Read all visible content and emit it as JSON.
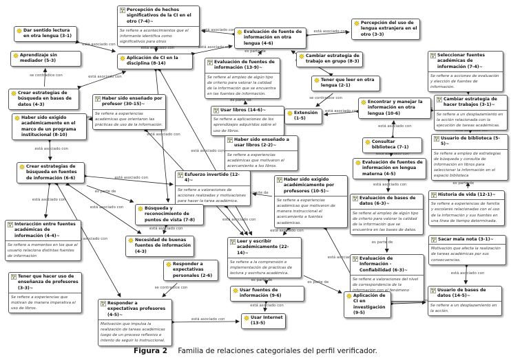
{
  "figure": {
    "number_label": "Figura 2",
    "caption": "Familia de relaciones categoriales del perfil verificador."
  },
  "icons": {
    "code": "sun-code-icon",
    "memo_code": "network-code-icon"
  },
  "colors": {
    "code_icon": "#f2d61a",
    "memo_icon": "#6b8e23",
    "border": "#555555",
    "link": "#222222"
  },
  "nodes": [
    {
      "id": "percepcion-hechos",
      "title": "Percepción de hechos significativos de la CI en el otro (7-4)~",
      "desc": "Se refiere a acontecimientos que el informante identifica como significativos para otros",
      "type": "memo"
    },
    {
      "id": "dar-sentido",
      "title": "Dar sentido lectura en otra lengua (3-1)",
      "desc": "",
      "type": "code"
    },
    {
      "id": "aprendizaje-sin-mediador",
      "title": "Aprendizaje sin mediador (5-3)",
      "desc": "",
      "type": "code"
    },
    {
      "id": "aplicacion-ci-disciplina",
      "title": "Aplicación de CI en la disciplina (8-14)",
      "desc": "",
      "type": "code"
    },
    {
      "id": "evaluacion-fuente-otra-lengua",
      "title": "Evaluación de fuente de información en otra lengua (4-6)",
      "desc": "",
      "type": "code"
    },
    {
      "id": "percepcion-uso-lengua",
      "title": "Percepción del uso de lengua extranjera en el otro (3-3)",
      "desc": "",
      "type": "code"
    },
    {
      "id": "cambiar-estrategia-grupo",
      "title": "Cambiar estrategia de trabajo en grupo (8-3)",
      "desc": "",
      "type": "code"
    },
    {
      "id": "seleccionar-fuentes",
      "title": "Seleccionar fuentes académicas de información (7-4)~",
      "desc": "Se refiere a acciones de evaluación y elección de fuentes de información.",
      "type": "memo"
    },
    {
      "id": "evaluacion-fuentes",
      "title": "Evaluación de fuentes de información (13-9)~",
      "desc": "Se refiere al empleo de algún tipo de criterio para valorar la calidad de la información que se encuentra en las fuentes de información.",
      "type": "memo"
    },
    {
      "id": "tener-leer-otra-lengua",
      "title": "Tener que leer en otra lengua (2-1)",
      "desc": "",
      "type": "code"
    },
    {
      "id": "crear-estrategias-bd",
      "title": "Crear estrategias de búsqueda en bases de datos (4-3)",
      "desc": "",
      "type": "code"
    },
    {
      "id": "haber-ensenado-profesor",
      "title": "Haber sido enseñado por profesor (30-15)~",
      "desc": "Se refiere a experiencias académicas que orientaron las prácticas de uso de la información.",
      "type": "memo"
    },
    {
      "id": "cambiar-estrategia-trabajos",
      "title": "Cambiar estrategia de hacer trabajos (3-1)~",
      "desc": "Se refiere a un desplazamiento en la acción relacionada con la ejecución de tareas académicas.",
      "type": "memo"
    },
    {
      "id": "encontrar-manejar",
      "title": "Encontrar y manejar la información en otra lengua (10-6)",
      "desc": "",
      "type": "code"
    },
    {
      "id": "usar-libros",
      "title": "Usar libros (14-6)~",
      "desc": "Se refiere a aplicaciones de los aprendizajes adquiridos sobre el uso de libros.",
      "type": "memo"
    },
    {
      "id": "extension",
      "title": "Extensión (1-5)",
      "desc": "",
      "type": "code"
    },
    {
      "id": "haber-exigido-programa",
      "title": "Haber sido exigido académicamente en el marco de un programa institucional (8-10)",
      "desc": "",
      "type": "code"
    },
    {
      "id": "haber-ensenado-libros",
      "title": "Haber sido enseñado a usar libros (2-2)~",
      "desc": "Se refiere a experiencias académicas que motivaron el acercamiento a los libros.",
      "type": "memo"
    },
    {
      "id": "consultar-biblioteca",
      "title": "Consultar biblioteca (7-1)",
      "desc": "",
      "type": "code"
    },
    {
      "id": "usuario-biblioteca",
      "title": "Usuario de biblioteca (5-5)~",
      "desc": "Se refiere a empleo de estrategias de búsqueda y consulta de información en libros para seleccionar la información en el espacio biblioteca",
      "type": "memo"
    },
    {
      "id": "evaluacion-lengua-materna",
      "title": "Evaluación de fuentes de información en lengua materna (4-5)",
      "desc": "",
      "type": "code"
    },
    {
      "id": "crear-estrategias-fuentes",
      "title": "Crear estrategias de búsqueda en fuentes de información (6-6)",
      "desc": "",
      "type": "code"
    },
    {
      "id": "esfuerzo-invertido",
      "title": "Esfuerzo invertido (12-4)~",
      "desc": "Se refiere a valoraciones de acciones realizadas y motivaciones para hacer la tarea académica.",
      "type": "memo"
    },
    {
      "id": "haber-exigido-profesores",
      "title": "Haber sido exigido académicamente por profesores (10-5)~",
      "desc": "Se refiere a experiencias académicas que motivaron de manera instruccional el acercamiento a fuentes académicas.",
      "type": "memo"
    },
    {
      "id": "historia-vida",
      "title": "Historia de vida (12-1)~",
      "desc": "Se refiere a experiencias de familia y escolares relacionadas con el uso de la información y sus fuentes en una línea de tiempo determinada.",
      "type": "memo"
    },
    {
      "id": "evaluacion-bd",
      "title": "Evaluación de bases de datos (6-3)~",
      "desc": "Se refiere al empleo de algún tipo de criterio para valorar la calidad de la información que se encuentra en las bases de datos.",
      "type": "memo"
    },
    {
      "id": "busqueda-reconocimiento",
      "title": "Búsqueda y reconocimiento de puntos de vista (7-8)",
      "desc": "",
      "type": "code"
    },
    {
      "id": "interaccion-fuentes",
      "title": "Interacción entre fuentes académicas de información (4-4)~",
      "desc": "Se refiere a momentos en los que el usuario relaciona distintas fuentes de información",
      "type": "memo"
    },
    {
      "id": "necesidad-fuentes",
      "title": "Necesidad de buenas fuentes de información (4-3)",
      "desc": "",
      "type": "code"
    },
    {
      "id": "leer-escribir",
      "title": "Leer y escribir académicamente (22-14)~",
      "desc": "Se refiere a la comprensión e implementación de prácticas de lectura y escritura académica.",
      "type": "memo"
    },
    {
      "id": "sacar-mala-nota",
      "title": "Sacar mala nota (3-1)~",
      "desc": "Motivación que afecta la realización de tareas académicas por sus consecuencias.",
      "type": "memo"
    },
    {
      "id": "evaluacion-confiabilidad",
      "title": "Evaluación de Información - Confiabilidad (6-3)~",
      "desc": "Se refiere a valoraciones del nivel de correspondencia de la información con el fenómeno abordado.",
      "type": "memo"
    },
    {
      "id": "responder-personales",
      "title": "Responder a expectativas personales (2-6)",
      "desc": "",
      "type": "code"
    },
    {
      "id": "tener-ensenanza-profesores",
      "title": "Tener que hacer uso de enseñanza de profesores (3-3)~",
      "desc": "Se refiere a experiencias que motivan de manera imperativa el uso de libros.",
      "type": "memo"
    },
    {
      "id": "usar-fuentes",
      "title": "Usar fuentes de información (9-6)",
      "desc": "",
      "type": "code"
    },
    {
      "id": "aplicacion-ci-investigacion",
      "title": "Aplicación de CI en investigación (9-5)",
      "desc": "",
      "type": "code"
    },
    {
      "id": "usuario-bd",
      "title": "Usuario de bases de datos (14-5)~",
      "desc": "Se refiere a un desplazamiento en la acción.",
      "type": "memo"
    },
    {
      "id": "responder-profesores",
      "title": "Responder a expectativas profesores (4-5)~",
      "desc": "Motivación que impulsa la realización de tareas académicas luego de un proceso reflexivo e intento de seguir lo instruccional.",
      "type": "memo"
    },
    {
      "id": "usar-internet",
      "title": "Usar Internet (13-5)",
      "desc": "",
      "type": "code"
    }
  ],
  "relation_types": {
    "asociado": "está asociado con",
    "parte": "es parte de",
    "contradice": "se contradice con"
  },
  "links": [
    {
      "from": "evaluacion-fuente-otra-lengua",
      "to": "percepcion-hechos",
      "rel": "asociado"
    },
    {
      "from": "evaluacion-fuente-otra-lengua",
      "to": "percepcion-uso-lengua",
      "rel": "asociado"
    },
    {
      "from": "dar-sentido",
      "to": "aplicacion-ci-disciplina",
      "rel": "asociado"
    },
    {
      "from": "aplicacion-ci-disciplina",
      "to": "evaluacion-fuente-otra-lengua",
      "rel": "asociado"
    },
    {
      "from": "percepcion-hechos",
      "to": "aplicacion-ci-disciplina",
      "rel": "asociado"
    },
    {
      "from": "evaluacion-fuentes",
      "to": "evaluacion-fuente-otra-lengua",
      "rel": "parte"
    },
    {
      "from": "crear-estrategias-bd",
      "to": "aprendizaje-sin-mediador",
      "rel": "contradice"
    },
    {
      "from": "crear-estrategias-bd",
      "to": "aplicacion-ci-disciplina",
      "rel": "asociado"
    },
    {
      "from": "haber-ensenado-profesor",
      "to": "haber-exigido-programa",
      "rel": "asociado"
    },
    {
      "from": "haber-exigido-programa",
      "to": "crear-estrategias-fuentes",
      "rel": "asociado"
    },
    {
      "from": "tener-leer-otra-lengua",
      "to": "evaluacion-fuente-otra-lengua",
      "rel": "asociado"
    },
    {
      "from": "tener-leer-otra-lengua",
      "to": "extension",
      "rel": "contradice"
    },
    {
      "from": "encontrar-manejar",
      "to": "extension",
      "rel": "asociado"
    },
    {
      "from": "cambiar-estrategia-trabajos",
      "to": "seleccionar-fuentes",
      "rel": "asociado"
    },
    {
      "from": "cambiar-estrategia-trabajos",
      "to": "encontrar-manejar",
      "rel": "parte"
    },
    {
      "from": "usuario-biblioteca",
      "to": "cambiar-estrategia-trabajos",
      "rel": "asociado"
    },
    {
      "from": "historia-vida",
      "to": "usuario-biblioteca",
      "rel": "parte"
    },
    {
      "from": "sacar-mala-nota",
      "to": "usuario-bd",
      "rel": "asociado"
    },
    {
      "from": "usar-libros",
      "to": "evaluacion-fuentes",
      "rel": "parte"
    },
    {
      "from": "extension",
      "to": "usar-libros",
      "rel": "asociado"
    },
    {
      "from": "consultar-biblioteca",
      "to": "encontrar-manejar",
      "rel": "asociado"
    },
    {
      "from": "consultar-biblioteca",
      "to": "evaluacion-lengua-materna",
      "rel": "asociado"
    },
    {
      "from": "evaluacion-lengua-materna",
      "to": "evaluacion-bd",
      "rel": "asociado"
    },
    {
      "from": "evaluacion-bd",
      "to": "evaluacion-confiabilidad",
      "rel": "parte"
    },
    {
      "from": "crear-estrategias-fuentes",
      "to": "interaccion-fuentes",
      "rel": "asociado"
    },
    {
      "from": "crear-estrategias-fuentes",
      "to": "necesidad-fuentes",
      "rel": "asociado"
    },
    {
      "from": "crear-estrategias-fuentes",
      "to": "busqueda-reconocimiento",
      "rel": "parte"
    },
    {
      "from": "crear-estrategias-fuentes",
      "to": "esfuerzo-invertido",
      "rel": "asociado"
    },
    {
      "from": "crear-estrategias-fuentes",
      "to": "responder-profesores",
      "rel": "asociado"
    },
    {
      "from": "busqueda-reconocimiento",
      "to": "necesidad-fuentes",
      "rel": "asociado"
    },
    {
      "from": "haber-ensenado-libros",
      "to": "usar-libros",
      "rel": "asociado"
    },
    {
      "from": "esfuerzo-invertido",
      "to": "leer-escribir",
      "rel": "asociado"
    },
    {
      "from": "haber-exigido-profesores",
      "to": "leer-escribir",
      "rel": "asociado"
    },
    {
      "from": "haber-exigido-profesores",
      "to": "esfuerzo-invertido",
      "rel": "parte"
    },
    {
      "from": "leer-escribir",
      "to": "usar-fuentes",
      "rel": "parte"
    },
    {
      "from": "usar-fuentes",
      "to": "usar-internet",
      "rel": "asociado"
    },
    {
      "from": "responder-profesores",
      "to": "usar-internet",
      "rel": "asociado"
    },
    {
      "from": "responder-personales",
      "to": "responder-profesores",
      "rel": "contradice"
    },
    {
      "from": "leer-escribir",
      "to": "aplicacion-ci-investigacion",
      "rel": "parte"
    },
    {
      "from": "haber-exigido-profesores",
      "to": "aplicacion-ci-investigacion",
      "rel": "asociado"
    },
    {
      "from": "aplicacion-ci-investigacion",
      "to": "usuario-bd",
      "rel": "asociado"
    },
    {
      "from": "aplicacion-ci-disciplina",
      "to": "busqueda-reconocimiento",
      "rel": "asociado"
    },
    {
      "from": "aplicacion-ci-disciplina",
      "to": "leer-escribir",
      "rel": "asociado"
    },
    {
      "from": "haber-ensenado-profesor",
      "to": "leer-escribir",
      "rel": "asociado"
    }
  ]
}
